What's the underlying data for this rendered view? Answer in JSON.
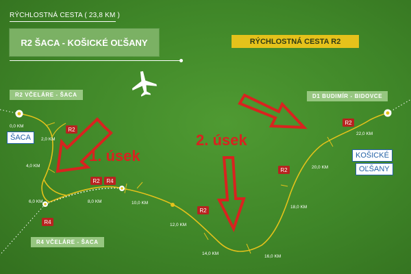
{
  "header": {
    "subtitle": "RÝCHLOSTNÁ CESTA ( 23,8 KM )",
    "title": "R2 ŠACA - KOŠICKÉ OĽŠANY"
  },
  "yellow_label": "RÝCHLOSTNÁ CESTA R2",
  "colors": {
    "background": "#3f8628",
    "route": "#e5c21b",
    "arrow_red": "#d8231f",
    "badge_red": "#b8231f",
    "city_blue": "#2160a6"
  },
  "icons": {
    "airport": "airplane-icon"
  },
  "roads": {
    "r2_vcelare_saca": "R2 VČELÁRE - ŠACA",
    "r4_vcelare_saca": "R4 VČELÁRE - ŠACA",
    "d1_budimir_bidovce": "D1 BUDIMÍR - BIDOVCE"
  },
  "cities": {
    "saca": "ŠACA",
    "kosicke_line1": "KOŠICKÉ",
    "kosicke_line2": "OĽŠANY"
  },
  "sections": {
    "first": "1. úsek",
    "second": "2. úsek"
  },
  "badges": {
    "r2_upper": "R2",
    "r4_lower": "R4",
    "r2_junction": "R2",
    "r4_junction": "R4",
    "r2_mid": "R2",
    "r2_right": "R2",
    "r2_end": "R2"
  },
  "km": {
    "km0": "0,0 KM",
    "km2": "2,0 KM",
    "km4": "4,0 KM",
    "km6": "6,0 KM",
    "km8": "8,0 KM",
    "km10": "10,0 KM",
    "km12": "12,0 KM",
    "km14": "14,0 KM",
    "km16": "16,0 KM",
    "km18": "18,0 KM",
    "km20": "20,0 KM",
    "km22": "22,0 KM"
  }
}
